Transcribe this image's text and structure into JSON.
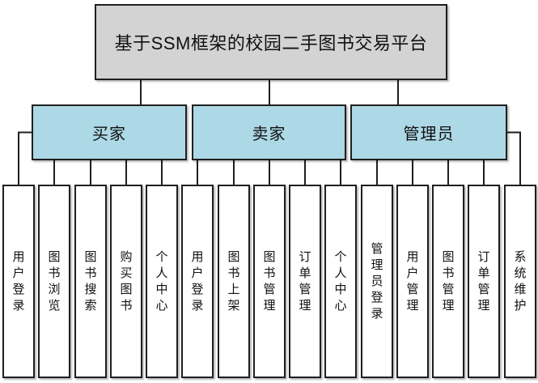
{
  "diagram": {
    "title": "基于SSM框架的校园二手图书交易平台",
    "root": {
      "label": "基于SSM框架的校园二手图书交易平台"
    },
    "branches": [
      {
        "label": "买家",
        "children": [
          "用户登录",
          "图书浏览",
          "图书搜索",
          "购买图书",
          "个人中心"
        ]
      },
      {
        "label": "卖家",
        "children": [
          "用户登录",
          "图书上架",
          "图书管理",
          "订单管理",
          "个人中心"
        ]
      },
      {
        "label": "管理员",
        "children": [
          "管理员登录",
          "用户管理",
          "图书管理",
          "订单管理",
          "系统维护"
        ]
      }
    ],
    "colors": {
      "root_fill": "#d3d3d3",
      "branch_fill": "#add8e6",
      "border": "#1f1f1f",
      "line": "#1f1f1f",
      "text": "#111111"
    }
  }
}
